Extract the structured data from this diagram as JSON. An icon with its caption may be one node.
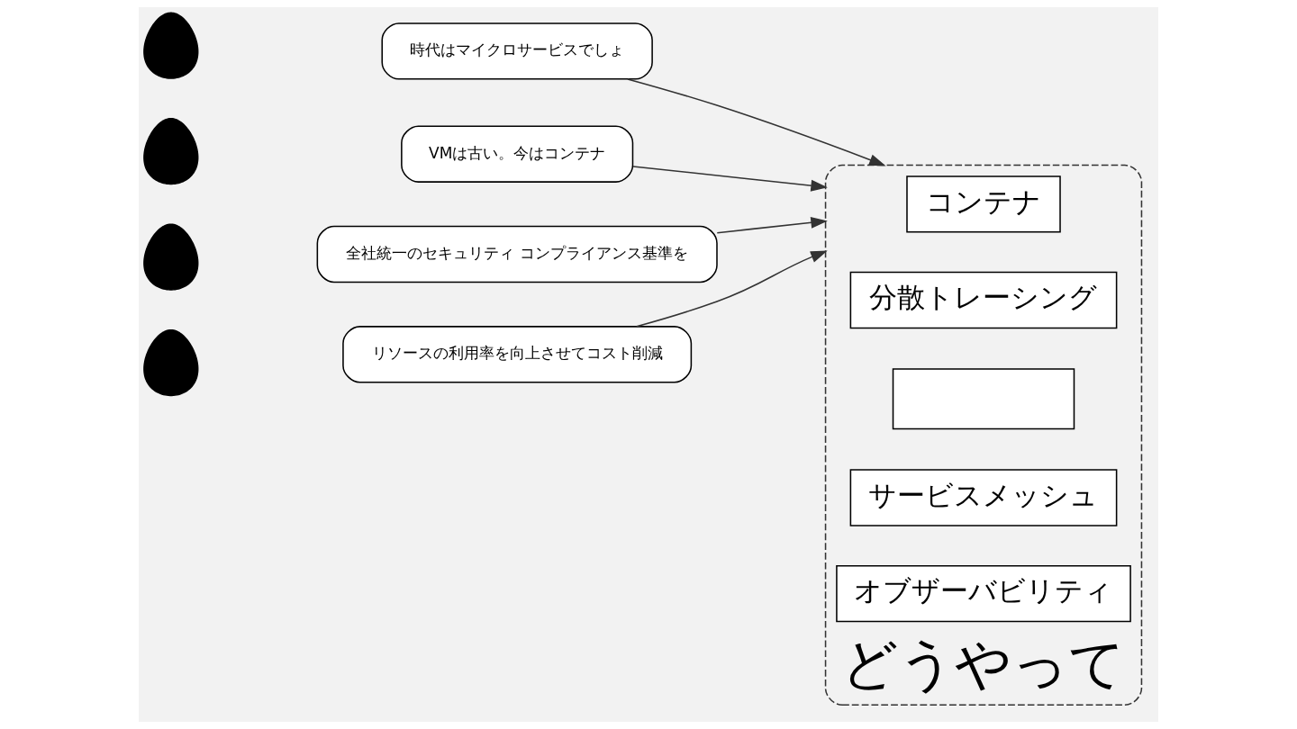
{
  "diagram": {
    "nodes": [
      {
        "text": [],
        "shape": "person"
      },
      {
        "text": [
          "時代はマイクロサービスでしょ"
        ]
      },
      {
        "text": [],
        "shape": "person"
      },
      {
        "text": [
          "VMは古い。今はコンテナ"
        ]
      },
      {
        "text": [],
        "shape": "person"
      },
      {
        "text": [
          "全社統一のセキュリティ コンプライアンス基準を"
        ]
      },
      {
        "text": [],
        "shape": "person"
      },
      {
        "text": [
          "リソースの利用率を向上させてコスト削減"
        ]
      },
      {
        "text": [
          "どうやって"
        ]
      },
      {
        "text": [
          "コンテナ"
        ],
        "in": 8
      },
      {
        "text": [
          "分散トレーシング"
        ],
        "in": 8
      },
      {
        "text": [],
        "shape": "box",
        "in": 8
      },
      {
        "text": [
          "サービスメッシュ"
        ],
        "in": 8
      },
      {
        "text": [
          "オブザーバビリティ"
        ],
        "in": 8
      }
    ],
    "edges": [
      {
        "from": 1,
        "to": 8,
        "arrow": "to"
      },
      {
        "from": 3,
        "to": 8,
        "arrow": "to"
      },
      {
        "from": 5,
        "to": 8,
        "arrow": "to"
      },
      {
        "from": 7,
        "to": 8,
        "arrow": "to"
      }
    ]
  }
}
